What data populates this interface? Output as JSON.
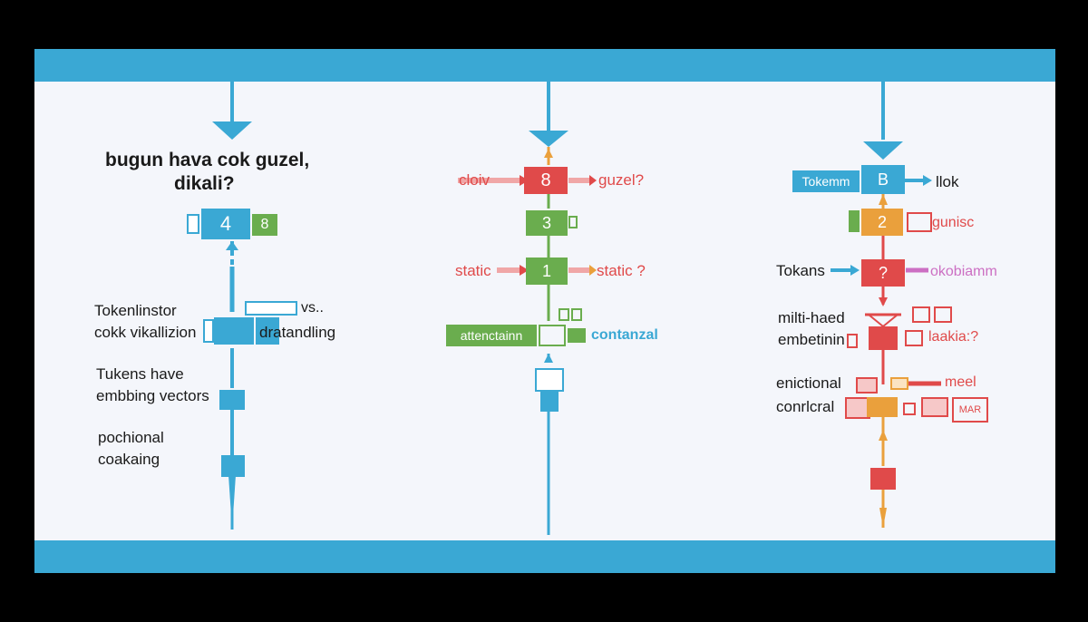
{
  "colors": {
    "frame_bg": "#f4f6fb",
    "band": "#3aa8d4",
    "blue": "#3aa8d4",
    "green": "#6aad4e",
    "red": "#e04a4a",
    "orange": "#eaa03c",
    "pink": "#f0a7a7"
  },
  "left": {
    "sentence_line1": "bugun hava cok guzel,",
    "sentence_line2": "dikali?",
    "box_main": "4",
    "box_side": "8",
    "label_tokenizer_1": "Tokenlinstor",
    "label_tokenizer_2": "cokk vikallizion",
    "label_vs": "vs..",
    "label_right": "dratandling",
    "label_tokens_1": "Tukens have",
    "label_tokens_2": "embbing vectors",
    "label_pos_1": "pochional",
    "label_pos_2": "coakaing"
  },
  "middle": {
    "label_left_top": "cloiv",
    "box_top": "8",
    "label_right_top": "guzel?",
    "box_second": "3",
    "label_left_mid": "static",
    "box_third": "1",
    "label_right_mid": "static ?",
    "bar_label": "attenctainn",
    "label_right_bar": "contanzal"
  },
  "right": {
    "label_tokenm": "Tokemm",
    "box_top": "B",
    "label_llok": "llok",
    "box_second": "2",
    "label_gunisc": "gunisc",
    "label_tokans": "Tokans",
    "box_third": "?",
    "label_okobiamm": "okobiamm",
    "label_multi": "milti-haed",
    "label_embet": "embetinin",
    "label_laakia": "laakia:?",
    "label_enict": "enictional",
    "label_meel": "meel",
    "label_conric": "conrlcral",
    "label_mar": "MAR"
  }
}
